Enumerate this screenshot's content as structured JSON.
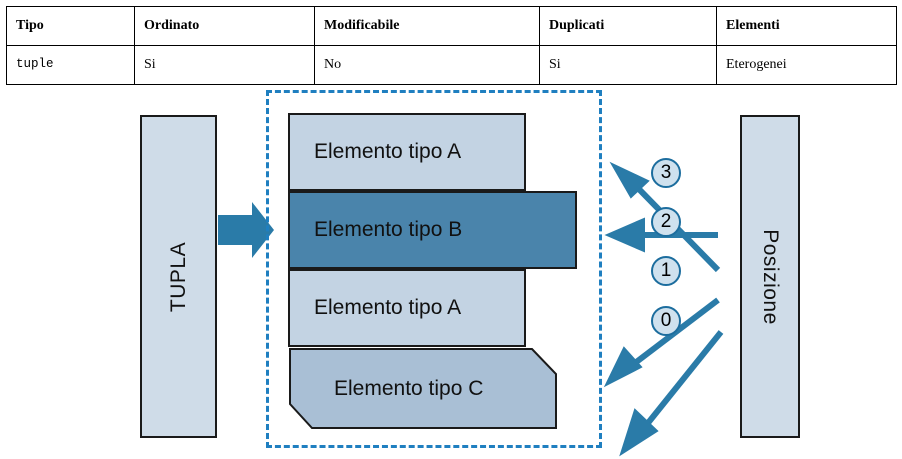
{
  "table": {
    "headers": [
      "Tipo",
      "Ordinato",
      "Modificabile",
      "Duplicati",
      "Elementi"
    ],
    "rows": [
      {
        "tipo": "tuple",
        "ordinato": "Si",
        "modificabile": "No",
        "duplicati": "Si",
        "elementi": "Eterogenei"
      }
    ]
  },
  "diagram": {
    "left_box_label": "TUPLA",
    "right_box_label": "Posizione",
    "elements": [
      {
        "label": "Elemento tipo A",
        "color": "#c3d3e3"
      },
      {
        "label": "Elemento tipo B",
        "color": "#4a84ab"
      },
      {
        "label": "Elemento tipo A",
        "color": "#c3d3e3"
      },
      {
        "label": "Elemento tipo C",
        "color": "#a9bfd5"
      }
    ],
    "positions": [
      "3",
      "2",
      "1",
      "0"
    ],
    "colors": {
      "accent_blue": "#1c6d9e",
      "arrow_blue": "#2a7ba8",
      "dashed_border": "#1f7fc0",
      "box_fill": "#cfdce8",
      "circle_fill": "#cfe1ee",
      "outline": "#1a1a1a"
    }
  }
}
